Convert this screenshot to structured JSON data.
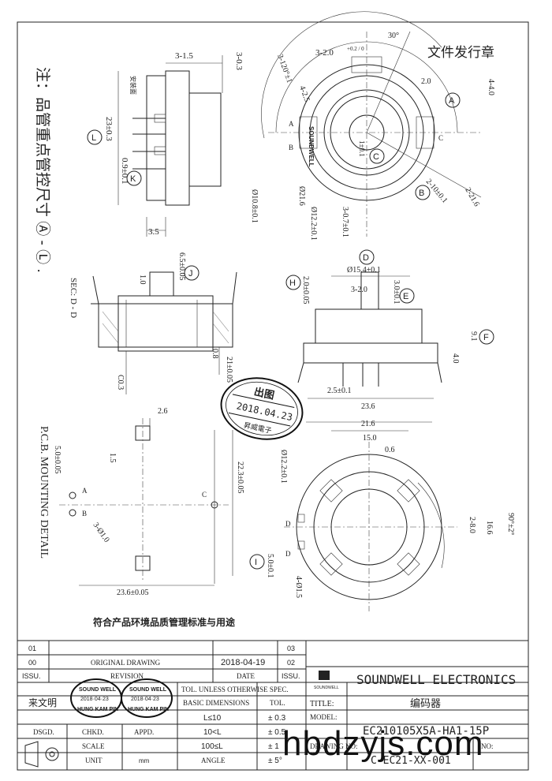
{
  "header": {
    "stamp_label": "文件发行章",
    "notes_vertical": "注：品管重点管控尺寸 Ⓐ - Ⓛ .",
    "section_label": "SEC: D - D",
    "pcb_label": "P.C.B. MOUNTING DETAIL",
    "env_note": "符合产品环境品质管理标准与用途"
  },
  "release_stamp": {
    "title": "出图",
    "date": "2018.04.23",
    "company": "昇威電子"
  },
  "dims": {
    "side_view": [
      "3-1.5",
      "3-0.3",
      "23±0.3",
      "0.9±0.1",
      "3.5",
      "安装面"
    ],
    "top_view": [
      "30°",
      "3-2.0",
      "+0.2 / 0",
      "3-120°±1",
      "4-2.5",
      "4-4.0",
      "2.0",
      "A",
      "B",
      "C",
      "1±0.1",
      "2-10±0.1",
      "2-21.6",
      "Ø21.6",
      "Ø10.8±0.1",
      "Ø12.2±0.1",
      "3-0.7±0.1",
      "SOUNDWELL"
    ],
    "section_view": [
      "6.5±0.05",
      "1.0",
      "C0.3",
      "0.8",
      "21±0.05"
    ],
    "front_view": [
      "Ø15.4±0.1",
      "2.0±0.05",
      "3-2.0",
      "3.0±0.1",
      "9.1",
      "4.0",
      "2.5±0.1",
      "23.6"
    ],
    "pcb_view": [
      "2.6",
      "5.0±0.05",
      "1.5",
      "A",
      "B",
      "C",
      "3-Ø1.0",
      "22.3±0.05",
      "23.6±0.05"
    ],
    "bottom_view": [
      "21.6",
      "15.0",
      "0.6",
      "Ø12.2±0.1",
      "2-8.0",
      "16.6",
      "90°±2°",
      "5.0±0.1",
      "4-Ø1.5",
      "D",
      "D"
    ]
  },
  "markers": [
    "A",
    "B",
    "C",
    "D",
    "E",
    "F",
    "H",
    "I",
    "J",
    "K",
    "L"
  ],
  "title_block": {
    "rev_rows": [
      {
        "no": "01",
        "desc": "",
        "date": "",
        "idx": "03"
      },
      {
        "no": "00",
        "desc": "ORIGINAL  DRAWING",
        "date": "2018-04-19",
        "idx": "02"
      },
      {
        "no": "ISSU.",
        "desc": "REVISION",
        "date": "DATE",
        "idx": "ISSU."
      }
    ],
    "company": "SOUNDWELL  ELECTRONICS",
    "logo_text": "SOUNDWELL",
    "tol_header": "TOL. UNLESS OTHERWISE SPEC.",
    "basic_dims": "BASIC DIMENSIONS",
    "tol": "TOL.",
    "tol_rows": [
      {
        "dim": "L≤10",
        "tol": "± 0.3"
      },
      {
        "dim": "10<L",
        "tol": "± 0.5"
      },
      {
        "dim": "100≤L",
        "tol": "± 1"
      },
      {
        "dim": "ANGLE",
        "tol": "± 5°"
      }
    ],
    "title_label": "TITLE:",
    "title_value": "编码器",
    "model_label": "MODEL:",
    "model_value": "EC210105X5A-HA1-15P",
    "drawing_label": "DRAWING NO:",
    "drawing_value": "C-EC21-XX-001",
    "sheet_label": "NO:",
    "drawer": "来文明",
    "dsgd": "DSGD.",
    "chkd": "CHKD.",
    "appd": "APPD.",
    "scale": "SCALE",
    "unit": "UNIT",
    "unit_value": "mm",
    "sig_stamp_name": "SOUND WELL",
    "sig_stamp_date": "2018·04·23",
    "sig_stamp_place": "HUNG KAM PIN"
  },
  "watermark": "hbdzyjs.com"
}
